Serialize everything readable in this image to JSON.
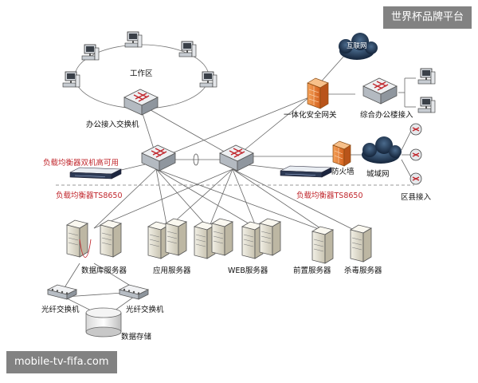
{
  "watermarks": {
    "top_right": "世界杯品牌平台",
    "bottom_left": "mobile-tv-fifa.com"
  },
  "labels": {
    "work_area": "工作区",
    "office_switch": "办公接入交换机",
    "internet": "互联网",
    "unified_gateway": "一体化安全网关",
    "office_building": "综合办公楼接入",
    "firewall": "防火墙",
    "metro_network": "城域网",
    "county_access": "区县接入",
    "lb_dual": "负载均衡器双机高可用",
    "lb_left": "负载均衡器TS8650",
    "lb_right": "负载均衡器TS8650",
    "db_servers": "数据库服务器",
    "app_servers": "应用服务器",
    "web_servers": "WEB服务器",
    "front_servers": "前置服务器",
    "antivirus_servers": "杀毒服务器",
    "fiber_switch_left": "光纤交换机",
    "fiber_switch_right": "光纤交换机",
    "data_storage": "数据存储"
  },
  "colors": {
    "red_label": "#c1272d",
    "firewall": "#e8782a",
    "cloud": "#1f3550",
    "switch": "#b8bec6"
  }
}
